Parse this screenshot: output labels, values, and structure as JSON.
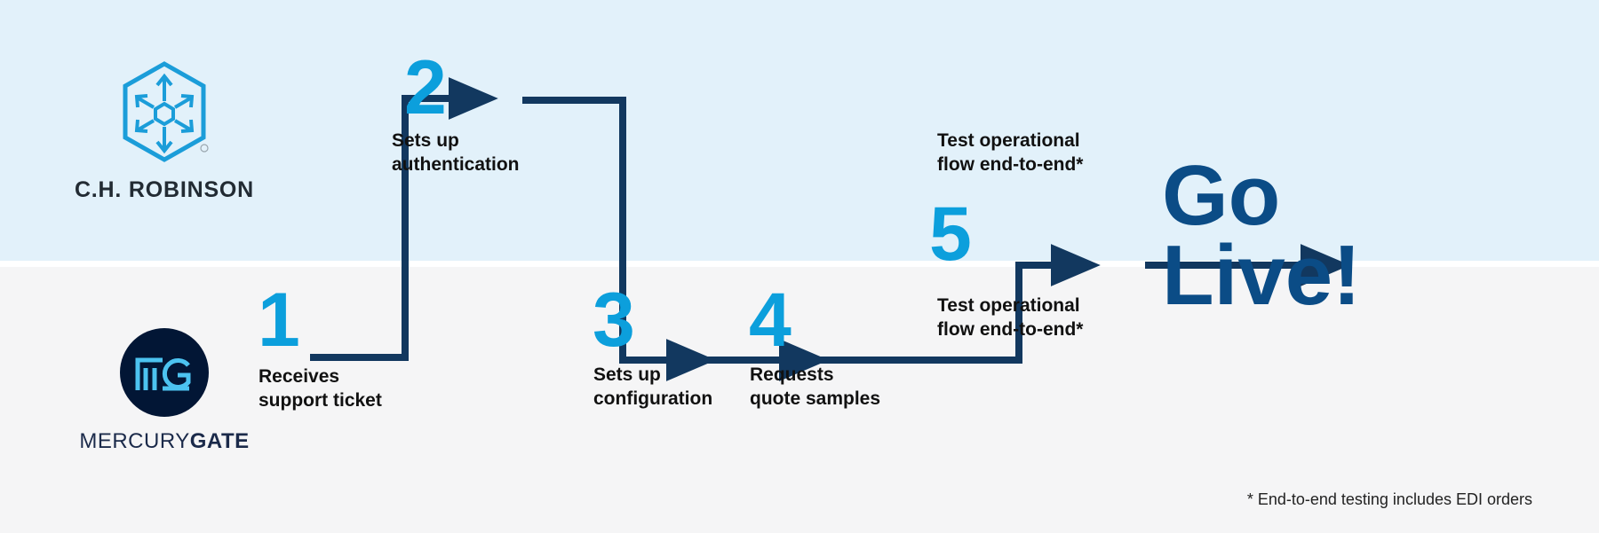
{
  "theme": {
    "band_top_color": "#e2f1fa",
    "band_bottom_color": "#f5f5f6",
    "accent_cyan": "#0c9fdc",
    "connector_navy": "#12385f",
    "go_live_blue": "#0b4c86",
    "mercurygate_navy": "#021635",
    "chr_blue": "#1b9dd9"
  },
  "logos": {
    "chrobinson": {
      "icon": "hexagon-arrows-icon",
      "wordmark": "C.H. ROBINSON",
      "registered_mark": "®"
    },
    "mercurygate": {
      "icon": "mg-monogram-icon",
      "wordmark_light": "MERCURY",
      "wordmark_bold": "GATE"
    }
  },
  "steps": [
    {
      "number": "1",
      "label": "Receives\nsupport ticket",
      "lane": "bottom"
    },
    {
      "number": "2",
      "label": "Sets up\nauthentication",
      "lane": "top"
    },
    {
      "number": "3",
      "label": "Sets up\nconfiguration",
      "lane": "bottom"
    },
    {
      "number": "4",
      "label": "Requests\nquote samples",
      "lane": "bottom"
    },
    {
      "number": "5",
      "label_top": "Test operational\nflow end-to-end*",
      "label_bottom": "Test operational\nflow end-to-end*",
      "lane": "middle"
    }
  ],
  "outcome": {
    "text": "Go\nLive!"
  },
  "footnote": {
    "text": "* End-to-end testing includes EDI orders"
  },
  "connectors": [
    {
      "name": "step1-to-step2",
      "kind": "elbow-right-up-arrow"
    },
    {
      "name": "step2-to-step3",
      "kind": "elbow-right-down-arrow"
    },
    {
      "name": "step3-to-step4",
      "kind": "straight-right-arrow"
    },
    {
      "name": "step4-to-step5",
      "kind": "elbow-right-up-arrow"
    },
    {
      "name": "step5-to-golive",
      "kind": "straight-right-arrow"
    }
  ]
}
